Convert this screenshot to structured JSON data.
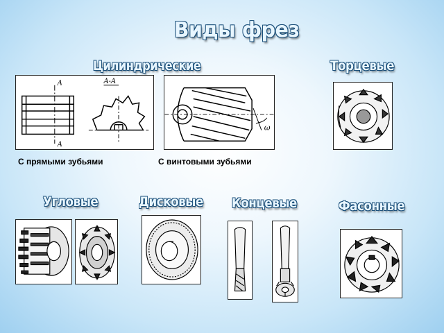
{
  "title": "Виды фрез",
  "categories": {
    "cylindrical": "Цилиндрические",
    "face": "Торцевые",
    "angular": "Угловые",
    "disk": "Дисковые",
    "end": "Концевые",
    "shaped": "Фасонные"
  },
  "captions": {
    "straight_teeth": "С прямыми зубьями",
    "helical_teeth": "С винтовыми зубьями"
  },
  "drawing_labels": {
    "section_top": "A",
    "section_bottom": "A",
    "section_name": "A-A",
    "omega": "ω"
  }
}
